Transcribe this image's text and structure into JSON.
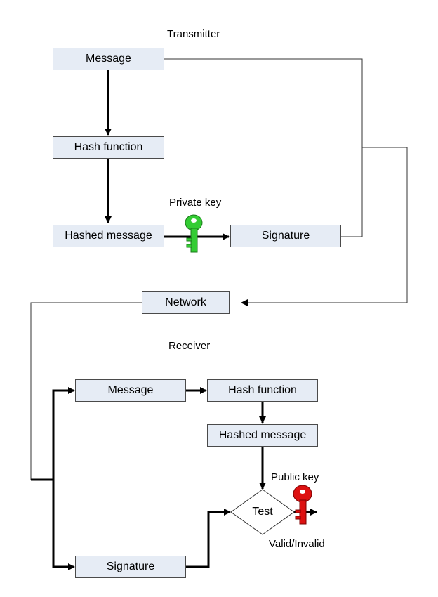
{
  "transmitter": {
    "title": "Transmitter",
    "message": "Message",
    "hash_function": "Hash function",
    "hashed_message": "Hashed message",
    "private_key": "Private key",
    "signature": "Signature"
  },
  "network": "Network",
  "receiver": {
    "title": "Receiver",
    "message": "Message",
    "hash_function": "Hash function",
    "hashed_message": "Hashed message",
    "public_key": "Public key",
    "test": "Test",
    "signature": "Signature",
    "result": "Valid/Invalid"
  },
  "colors": {
    "box_fill": "#e6ecf5",
    "private_key": "#33cc33",
    "public_key": "#dd1111"
  },
  "icons": {
    "private_key": "green-key-icon",
    "public_key": "red-key-icon"
  }
}
